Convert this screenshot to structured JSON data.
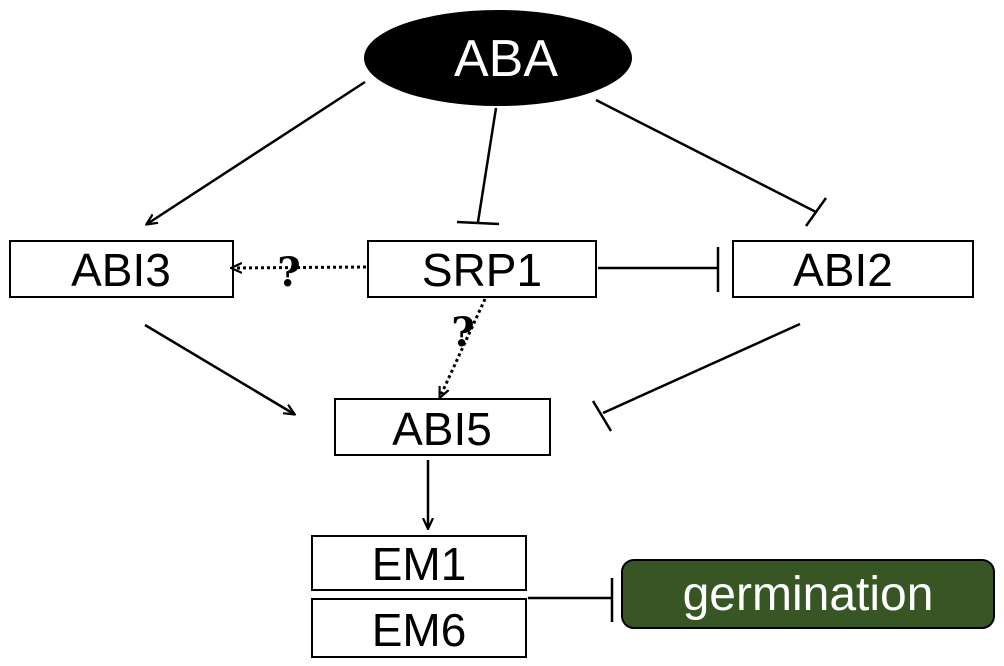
{
  "nodes": {
    "aba": {
      "label": "ABA"
    },
    "abi3": {
      "label": "ABI3"
    },
    "srp1": {
      "label": "SRP1"
    },
    "abi2": {
      "label": "ABI2"
    },
    "abi5": {
      "label": "ABI5"
    },
    "em1": {
      "label": "EM1"
    },
    "em6": {
      "label": "EM6"
    },
    "germination": {
      "label": "germination"
    }
  },
  "edges": [
    {
      "from": "ABA",
      "to": "ABI3",
      "type": "activation"
    },
    {
      "from": "ABA",
      "to": "SRP1",
      "type": "inhibition"
    },
    {
      "from": "ABA",
      "to": "ABI2",
      "type": "inhibition"
    },
    {
      "from": "SRP1",
      "to": "ABI3",
      "type": "uncertain-activation",
      "label": "?"
    },
    {
      "from": "SRP1",
      "to": "ABI2",
      "type": "inhibition"
    },
    {
      "from": "SRP1",
      "to": "ABI5",
      "type": "uncertain-activation",
      "label": "?"
    },
    {
      "from": "ABI3",
      "to": "ABI5",
      "type": "activation"
    },
    {
      "from": "ABI2",
      "to": "ABI5",
      "type": "inhibition"
    },
    {
      "from": "ABI5",
      "to": "EM1",
      "type": "activation"
    },
    {
      "from": "EM6",
      "to": "germination",
      "type": "inhibition"
    }
  ],
  "colors": {
    "aba_fill": "#000000",
    "aba_text": "#ffffff",
    "germination_fill": "#375623",
    "germination_text": "#ffffff",
    "line": "#000000"
  }
}
